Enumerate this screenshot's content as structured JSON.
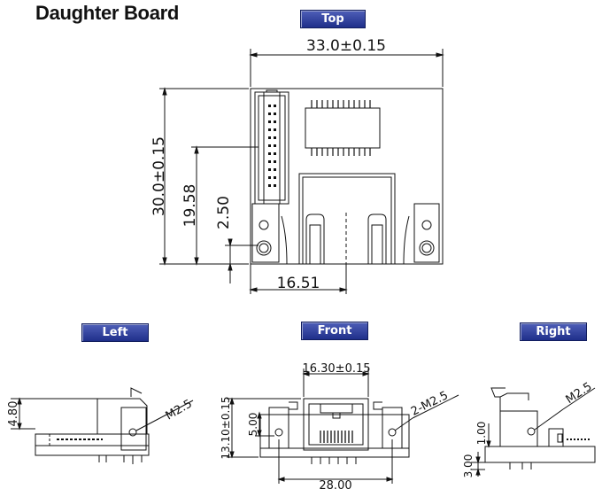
{
  "title": "Daughter Board",
  "views": {
    "top": "Top",
    "left": "Left",
    "front": "Front",
    "right": "Right"
  },
  "dimensions": {
    "top_width": "33.0±0.15",
    "top_height": "30.0±0.15",
    "top_offset_1958": "19.58",
    "top_offset_250": "2.50",
    "top_offset_1651": "16.51",
    "left_480": "4.80",
    "left_hole": "M2.5",
    "front_width_1630": "16.30±0.15",
    "front_height": "13.10±0.15",
    "front_500": "5.00",
    "front_holes": "2-M2.5",
    "front_bottom": "28.00",
    "right_100": "1.00",
    "right_hole": "M2.5",
    "right_300": "3.00"
  }
}
